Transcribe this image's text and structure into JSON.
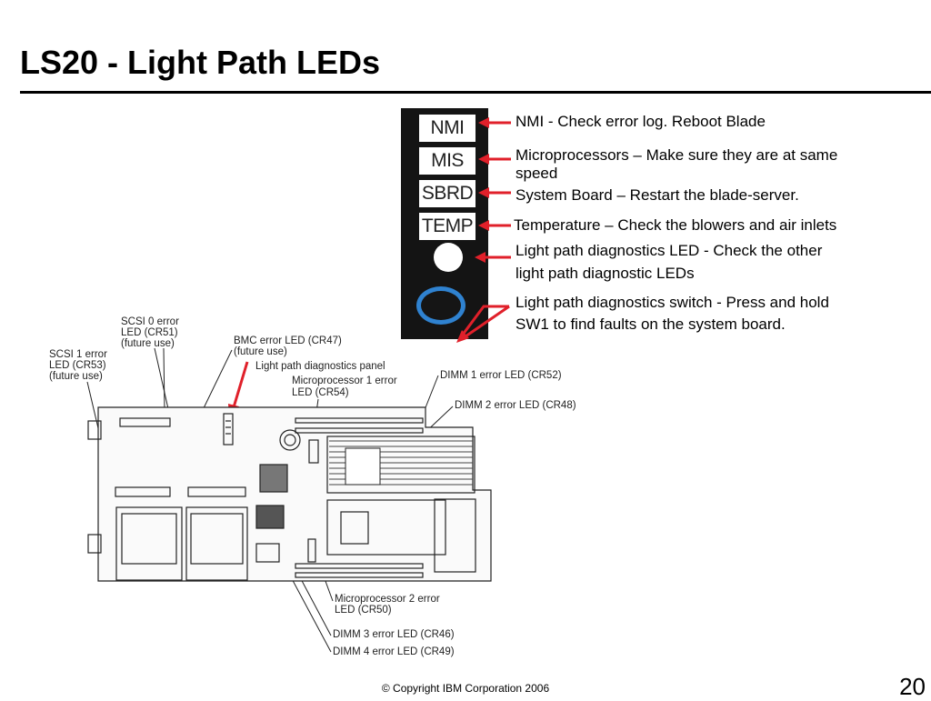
{
  "title": "LS20 - Light Path LEDs",
  "panel": {
    "labels": [
      "NMI",
      "MIS",
      "SBRD",
      "TEMP"
    ]
  },
  "descriptions": {
    "nmi": "NMI - Check error log.  Reboot Blade",
    "mis_line1": "Microprocessors – Make sure they are at same",
    "mis_line2": "speed",
    "sbrd": "System Board – Restart the blade-server.",
    "temp": "Temperature – Check the blowers and air inlets",
    "led_line1": "Light path diagnostics LED - Check the other",
    "led_line2": "light path diagnostic LEDs",
    "switch_line1": "Light path diagnostics switch - Press and hold",
    "switch_line2": "SW1 to find faults on the system board."
  },
  "diagram_labels": {
    "scsi0": [
      "SCSI 0 error",
      "LED (CR51)",
      "(future use)"
    ],
    "scsi1": [
      "SCSI 1 error",
      "LED (CR53)",
      "(future use)"
    ],
    "bmc": [
      "BMC error LED (CR47)",
      "(future use)"
    ],
    "lp_panel": "Light path diagnostics panel",
    "micro1": [
      "Microprocessor 1 error",
      "LED (CR54)"
    ],
    "dimm1": "DIMM 1 error LED (CR52)",
    "dimm2": "DIMM 2 error LED (CR48)",
    "micro2": [
      "Microprocessor 2 error",
      "LED (CR50)"
    ],
    "dimm3": "DIMM 3 error LED (CR46)",
    "dimm4": "DIMM 4 error LED (CR49)"
  },
  "footer": {
    "copyright": "© Copyright IBM Corporation 2006",
    "page_number": "20"
  },
  "colors": {
    "arrow": "#e0202a",
    "switch_ring": "#2f82d0"
  }
}
